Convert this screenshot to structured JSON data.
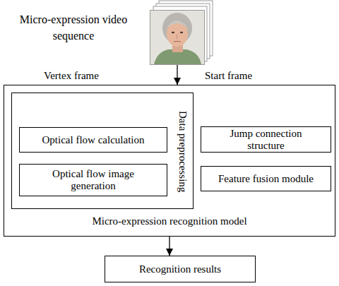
{
  "diagram": {
    "nodes": [
      {
        "text": [
          "Micro-expression video sequence"
        ]
      },
      {
        "text": [
          "Micro-expression recognition model"
        ]
      },
      {
        "text": [
          "Data preprocessing"
        ],
        "in": 1
      },
      {
        "text": [
          "Optical flow calculation"
        ],
        "in": 2
      },
      {
        "text": [
          "Optical flow image generation"
        ],
        "in": 2
      },
      {
        "text": [
          "Jump connection structure"
        ],
        "in": 1
      },
      {
        "text": [
          "Feature fusion module"
        ],
        "in": 1
      },
      {
        "text": [
          "Recognition results"
        ]
      }
    ],
    "edges": [
      {
        "from": 0,
        "to": 1,
        "arrow": "to"
      },
      {
        "from": 1,
        "to": 7,
        "arrow": "to"
      }
    ],
    "labels": [
      "Vertex frame",
      "Start frame"
    ]
  }
}
